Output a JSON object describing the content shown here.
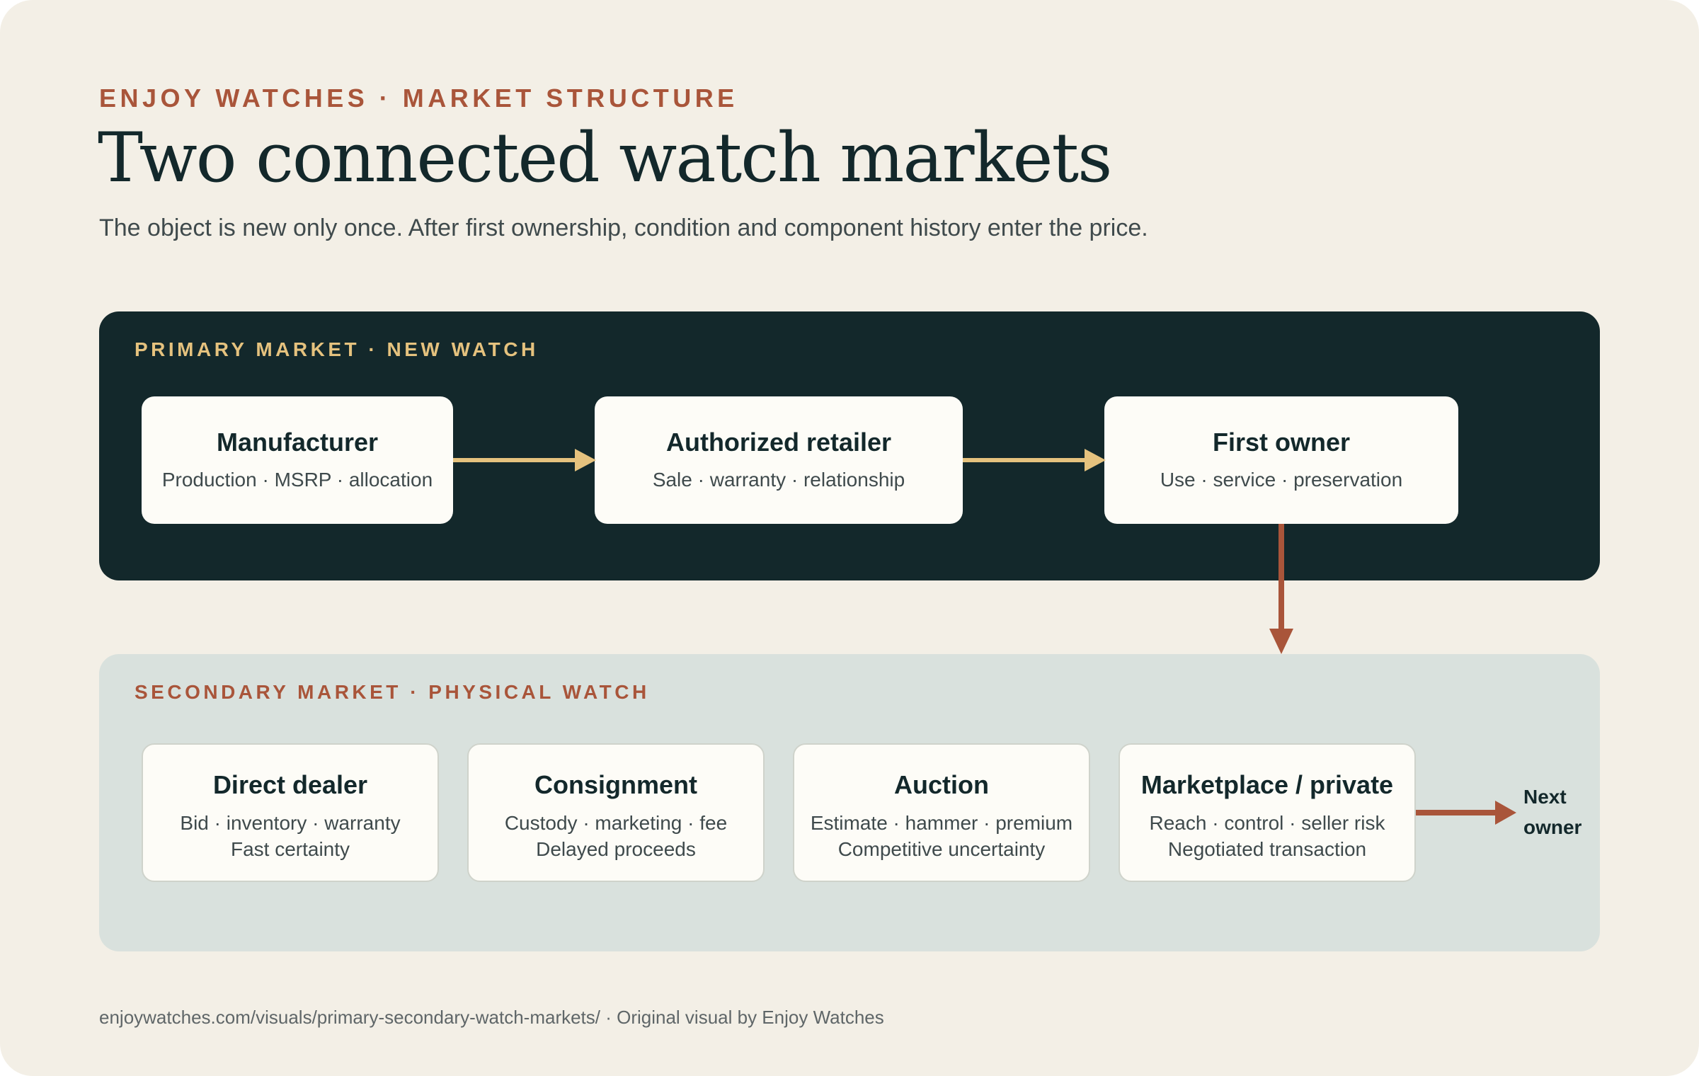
{
  "header": {
    "eyebrow": "ENJOY WATCHES · MARKET STRUCTURE",
    "title": "Two connected watch markets",
    "subtitle": "The object is new only once. After first ownership, condition and component history enter the price."
  },
  "primary_market": {
    "label": "PRIMARY MARKET · NEW WATCH",
    "nodes": [
      {
        "title": "Manufacturer",
        "detail": "Production · MSRP · allocation"
      },
      {
        "title": "Authorized retailer",
        "detail": "Sale · warranty · relationship"
      },
      {
        "title": "First owner",
        "detail": "Use · service · preservation"
      }
    ]
  },
  "secondary_market": {
    "label": "SECONDARY MARKET · PHYSICAL WATCH",
    "nodes": [
      {
        "title": "Direct dealer",
        "detail": "Bid · inventory · warranty",
        "detail2": "Fast certainty"
      },
      {
        "title": "Consignment",
        "detail": "Custody · marketing · fee",
        "detail2": "Delayed proceeds"
      },
      {
        "title": "Auction",
        "detail": "Estimate · hammer · premium",
        "detail2": "Competitive uncertainty"
      },
      {
        "title": "Marketplace / private",
        "detail": "Reach · control · seller risk",
        "detail2": "Negotiated transaction"
      }
    ],
    "next_owner": {
      "line1": "Next",
      "line2": "owner"
    }
  },
  "footer": "enjoywatches.com/visuals/primary-secondary-watch-markets/ · Original visual by Enjoy Watches",
  "colors": {
    "background": "#f3efe6",
    "primary_panel": "#13282b",
    "secondary_panel": "#d9e1dd",
    "accent_gold": "#e5c27e",
    "accent_rust": "#a9553a",
    "card": "#fdfcf7"
  }
}
